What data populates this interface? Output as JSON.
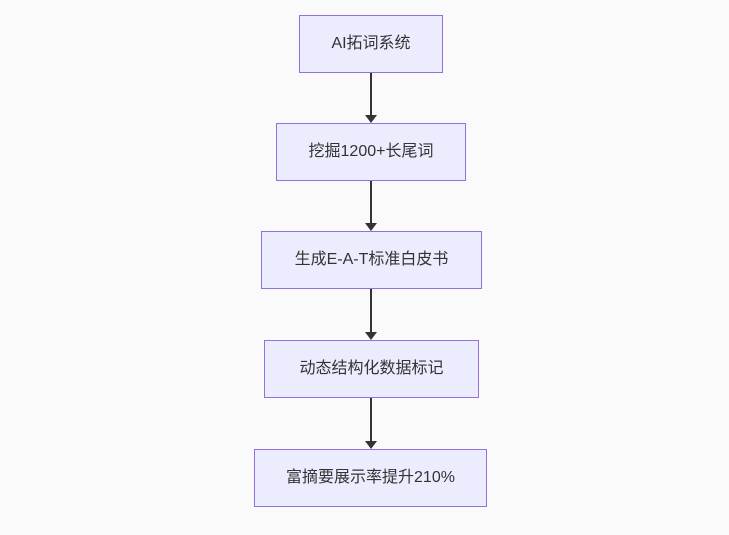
{
  "diagram": {
    "type": "flowchart",
    "direction": "top-down",
    "nodes": [
      {
        "label": "AI拓词系统"
      },
      {
        "label": "挖掘1200+长尾词"
      },
      {
        "label": "生成E-A-T标准白皮书"
      },
      {
        "label": "动态结构化数据标记"
      },
      {
        "label": "富摘要展示率提升210%"
      }
    ],
    "edges": [
      {
        "from": 0,
        "to": 1
      },
      {
        "from": 1,
        "to": 2
      },
      {
        "from": 2,
        "to": 3
      },
      {
        "from": 3,
        "to": 4
      }
    ],
    "colors": {
      "background": "#fafafa",
      "node_fill": "#ececff",
      "node_border": "#9370db",
      "node_text": "#333333",
      "arrow": "#333333"
    }
  }
}
